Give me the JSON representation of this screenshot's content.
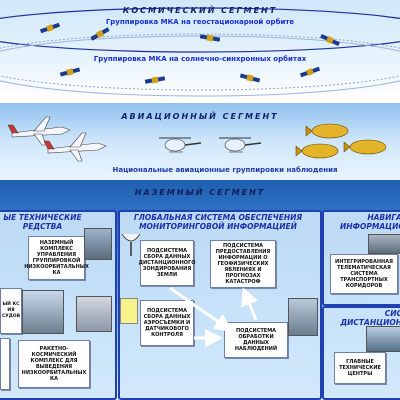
{
  "space": {
    "title": "КОСМИЧЕСКИЙ СЕГМЕНТ",
    "geo_label": "Группировка МКА на геостационарной орбите",
    "sso_label": "Группировка МКА на солнечно-синхронных орбитах"
  },
  "air": {
    "title": "АВИАЦИОННЫЙ СЕГМЕНТ",
    "groups_label": "Национальные авиационные группировки наблюдения"
  },
  "ground": {
    "title": "НАЗЕМНЫЙ СЕГМЕНТ",
    "left_panel": {
      "title_line1": "ЫЕ ТЕХНИЧЕСКИЕ",
      "title_line2": "РЕДСТВА",
      "box_ground_complex": "НАЗЕМНЫЙ КОМПЛЕКС УПРАВЛЕНИЯ ГРУППИРОВКОЙ НИЗКООРБИТАЛЬНЫХ КА",
      "box_partial": "ЫЙ КС ИЯ СУДОВ",
      "box_rocket": "РАКЕТНО-КОСМИЧЕСКИЙ КОМПЛЕКС ДЛЯ ВЫВЕДЕНИЯ НИЗКООРБИТАЛЬНЫХ КА"
    },
    "center_panel": {
      "title_line1": "ГЛОБАЛЬНАЯ СИСТЕМА ОБЕСПЕЧЕНИЯ",
      "title_line2": "МОНИТОРИНГОВОЙ ИНФОРМАЦИЕЙ",
      "box_remote": "ПОДСИСТЕМА СБОРА ДАННЫХ ДИСТАНЦИОННОГО ЗОНДИРОВАНИЯ ЗЕМЛИ",
      "box_info": "ПОДСИСТЕМА ПРЕДОСТАВЛЕНИЯ ИНФОРМАЦИИ О ГЕОФИЗИЧЕСКИХ ЯВЛЕНИЯХ И ПРОГНОЗАХ КАТАСТРОФ",
      "box_aero": "ПОДСИСТЕМА СБОРА ДАННЫХ АЭРОСЪЕМКИ И ДАТЧИКОВОГО КОНТРОЛЯ",
      "box_processing": "ПОДСИСТЕМА ОБРАБОТКИ ДАННЫХ НАБЛЮДЕНИЙ"
    },
    "right_top_panel": {
      "title_line1": "НАВИГА",
      "title_line2": "ИНФОРМАЦИО",
      "box_telematic": "ИНТЕГРИРОВАННАЯ ТЕЛЕМАТИЧЕСКАЯ СИСТЕМА ТРАНСПОРТНЫХ КОРИДОРОВ"
    },
    "right_bottom_panel": {
      "title_line1": "СИС",
      "title_line2": "ДИСТАНЦИОН",
      "box_centers": "ГЛАВНЫЕ ТЕХНИЧЕСКИЕ ЦЕНТРЫ"
    }
  },
  "icons": [
    "satellite-icon",
    "airplane-icon",
    "helicopter-icon",
    "airship-icon",
    "antenna-icon",
    "arrow-icon"
  ]
}
